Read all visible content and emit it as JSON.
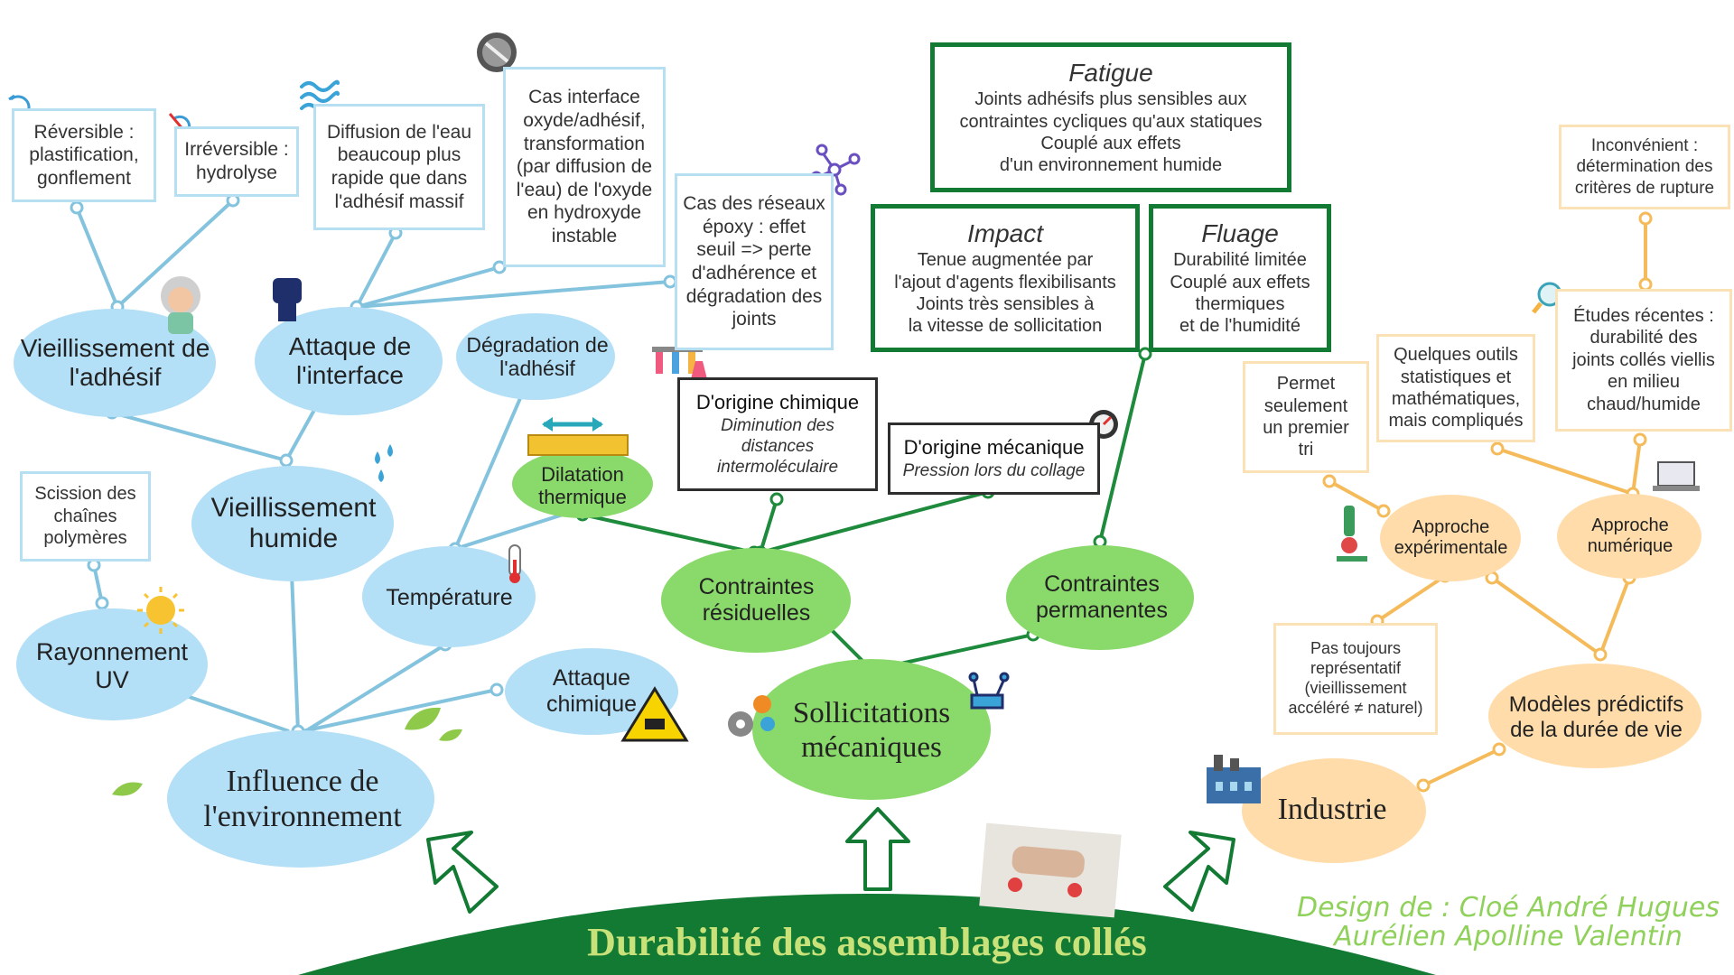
{
  "title": "Durabilité des assemblages collés",
  "credits": [
    "Design de : Cloé André Hugues",
    "Aurélien Apolline Valentin"
  ],
  "colors": {
    "blue": "#b3dff7",
    "blue_line": "#84c3de",
    "green": "#8ad96b",
    "green_line": "#1e8a3c",
    "orange": "#ffdcaa",
    "orange_line": "#f5bb5a",
    "dark_green": "#137a34",
    "title": "#c8e279"
  },
  "environment": {
    "root": "Influence de l'environnement",
    "humid": "Vieillissement humide",
    "adhesive_aging": "Vieillissement de l'adhésif",
    "interface_attack": "Attaque de l'interface",
    "uv": "Rayonnement UV",
    "temperature": "Température",
    "chemical_attack": "Attaque chimique",
    "adhesive_degradation": "Dégradation de l'adhésif",
    "thermal_expansion": "Dilatation thermique",
    "reversible": [
      "Réversible :",
      "plastification,",
      "gonflement"
    ],
    "irreversible": [
      "Irréversible :",
      "hydrolyse"
    ],
    "water_diffusion": [
      "Diffusion de l'eau",
      "beaucoup plus",
      "rapide que dans",
      "l'adhésif massif"
    ],
    "oxide_interface": [
      "Cas interface",
      "oxyde/adhésif,",
      "transformation",
      "(par diffusion de",
      "l'eau) de l'oxyde",
      "en hydroxyde",
      "instable"
    ],
    "epoxy_networks": [
      "Cas des réseaux",
      "époxy : effet",
      "seuil => perte",
      "d'adhérence et",
      "dégradation des",
      "joints"
    ],
    "chain_scission": [
      "Scission des",
      "chaînes",
      "polymères"
    ]
  },
  "mechanical": {
    "root": "Sollicitations mécaniques",
    "residual": "Contraintes résiduelles",
    "permanent": "Contraintes permanentes",
    "chemical_origin": {
      "title": "D'origine chimique",
      "text": [
        "Diminution des",
        "distances",
        "intermoléculaire"
      ]
    },
    "mechanical_origin": {
      "title": "D'origine mécanique",
      "text": [
        "Pression lors du collage"
      ]
    },
    "fatigue": {
      "title": "Fatigue",
      "text": [
        "Joints adhésifs plus sensibles aux",
        "contraintes cycliques qu'aux statiques",
        "Couplé aux effets",
        "d'un environnement humide"
      ]
    },
    "impact": {
      "title": "Impact",
      "text": [
        "Tenue augmentée par",
        "l'ajout d'agents flexibilisants",
        "Joints très sensibles à",
        "la vitesse de sollicitation"
      ]
    },
    "creep": {
      "title": "Fluage",
      "text": [
        "Durabilité limitée",
        "Couplé aux effets",
        "thermiques",
        "et de l'humidité"
      ]
    }
  },
  "industry": {
    "root": "Industrie",
    "models": "Modèles prédictifs de la durée de vie",
    "experimental": "Approche expérimentale",
    "numerical": "Approche numérique",
    "first_sort": [
      "Permet",
      "seulement",
      "un premier",
      "tri"
    ],
    "not_representative": [
      "Pas toujours",
      "représentatif",
      "(vieillissement",
      "accéléré ≠ naturel)"
    ],
    "tools": [
      "Quelques outils",
      "statistiques et",
      "mathématiques,",
      "mais compliqués"
    ],
    "recent_studies": [
      "Études récentes :",
      "durabilité des",
      "joints collés viellis",
      "en milieu",
      "chaud/humide"
    ],
    "drawback": [
      "Inconvénient :",
      "détermination des",
      "critères de rupture"
    ]
  },
  "icons": [
    "recycle-icon",
    "crossed-recycle-icon",
    "water-wave-icon",
    "metal-disc-icon",
    "molecule-icon",
    "grandmother-icon",
    "fist-icon",
    "water-drops-icon",
    "flask-icon",
    "ruler-icon",
    "thermometer-icon",
    "sun-icon",
    "leaf-icon",
    "chemical-hazard-icon",
    "gears-icon",
    "robot-arm-icon",
    "gauge-icon",
    "explosion-icon",
    "hourglass-icon",
    "microscope-icon",
    "laptop-icon",
    "magnifier-icon",
    "cross-icon",
    "factory-icon",
    "hand-photo-icon",
    "arrow-icon"
  ]
}
